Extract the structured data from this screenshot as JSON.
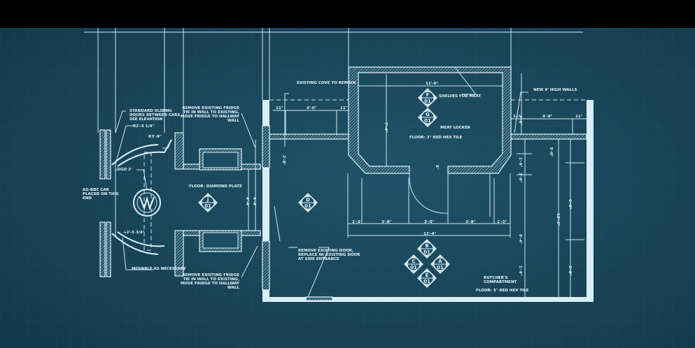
{
  "colors": {
    "background": "#1d4d63",
    "line": "#cfe9f2",
    "top_bar": "#000000"
  },
  "notes": {
    "sliding_doors": [
      "STANDARD SLIDING",
      "DOORS BETWEEN CARS",
      "SEE ELEVATION"
    ],
    "dim_r2": "R2'-5 1/4\"",
    "dim_r3": "R3'-9\"",
    "logo": "LOGO 2'",
    "car_placed": [
      "AG-BBC CAR",
      "PLACED ON THIS",
      "END"
    ],
    "dim_plus": "+2'-5 3/4\"",
    "movable": "MOVABLE AS NECESSARY",
    "fridge_top": [
      "REMOVE EXISTING FRIDGE",
      "TIE IN WALL TO EXISTING,",
      "MOVE FRIDGE TO HALLWAY",
      "WALL"
    ],
    "fridge_bottom": [
      "REMOVE EXISTING FRIDGE",
      "TIE IN WALL TO EXISTING,",
      "MOVE FRIDGE TO HALLWAY",
      "WALL"
    ],
    "floor_diamond": "FLOOR: DIAMOND PLATE",
    "existing_cove": "EXISTING COVE TO REMAIN",
    "shelves": "SHELVES FOR MEAT",
    "meat_locker": "MEAT LOCKER",
    "floor_locker": "FLOOR: 3\" RED HEX TILE",
    "new_walls": "NEW 9' HIGH WALLS",
    "remove_door": [
      "REMOVE EXISTING DOOR,",
      "REPLACE W/ EXISTING DOOR",
      "AT SIDE ENTRANCE"
    ],
    "butchers": [
      "BUTCHER'S",
      "COMPARTMENT"
    ],
    "floor_butcher": "FLOOR: 3\" RED HEX TILE"
  },
  "dimensions": {
    "left_11a": "11\"",
    "left_4": "4'-0\"",
    "left_11b": "11\"",
    "right_11a": "11\"",
    "right_4": "4'-0\"",
    "right_11b": "11\"",
    "locker_width": "11'-0\"",
    "locker_height": "7'-4\"",
    "corridor_h1": "2'-8\"",
    "corridor_h2": "4'-4\"",
    "corridor_h3": "4'-4\"",
    "door_8": "8\"",
    "seg": [
      "1'-3\"",
      "3'-8\"",
      "3'-0\"",
      "3'-8\"",
      "1'-3\""
    ],
    "total": "12'-4\"",
    "right_v": [
      "9'-4\"",
      "1'-9\"",
      "1'-9\"",
      "9'-8\"",
      "12'-3\"",
      "6'-0\"",
      "6'-0\"",
      "3'-0\""
    ]
  },
  "tags": [
    {
      "letter": "J",
      "num": "01"
    },
    {
      "letter": "D",
      "num": "01"
    },
    {
      "letter": "F",
      "num": "01"
    },
    {
      "letter": "G",
      "num": "01"
    },
    {
      "letter": "B",
      "num": "01"
    },
    {
      "letter": "C",
      "num": "01"
    },
    {
      "letter": "A",
      "num": "01"
    },
    {
      "letter": "E",
      "num": "01"
    }
  ]
}
